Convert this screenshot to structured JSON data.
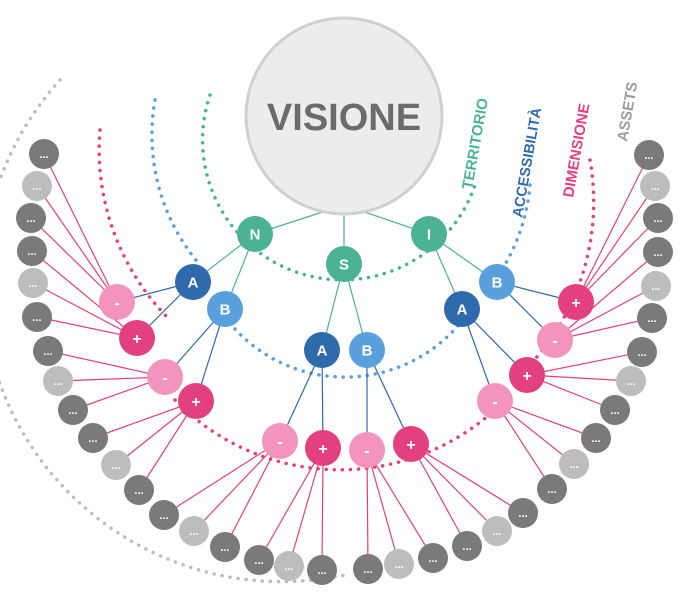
{
  "center": {
    "label": "VISIONE"
  },
  "legend": [
    {
      "label": "TERRITORIO",
      "color": "#4bb393"
    },
    {
      "label": "ACCESSIBILITÀ",
      "color": "#2f6aad"
    },
    {
      "label": "DIMENSIONE",
      "color": "#e2407f"
    },
    {
      "label": "ASSETS",
      "color": "#9b9b9b"
    }
  ],
  "territorio_nodes": [
    "N",
    "S",
    "I"
  ],
  "accessibilita_nodes": {
    "a": "A",
    "b": "B"
  },
  "dimensione_nodes": {
    "minus": "-",
    "plus": "+"
  },
  "asset_label": "...",
  "colors": {
    "territorio": "#4bb393",
    "accessibilita_a": "#2f6aad",
    "accessibilita_b": "#5aa0dc",
    "dimensione_minus": "#f394bd",
    "dimensione_plus": "#e2407f",
    "asset_dark": "#7a7a7a",
    "asset_light": "#bdbdbd",
    "center_fill": "#ececec",
    "center_text": "#6b6b6b"
  }
}
